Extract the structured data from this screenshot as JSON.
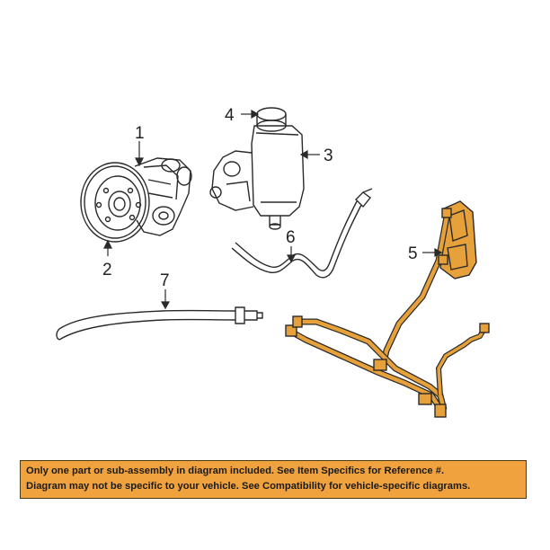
{
  "callouts": {
    "c1": "1",
    "c2": "2",
    "c3": "3",
    "c4": "4",
    "c5": "5",
    "c6": "6",
    "c7": "7"
  },
  "notice": {
    "line1": "Only one part or sub-assembly in diagram included. See Item Specifics for Reference #.",
    "line2": "Diagram may not be specific to your vehicle. See Compatibility for vehicle-specific diagrams."
  },
  "colors": {
    "highlight": "#e7a13a",
    "notice_bg": "#f0a23f",
    "line": "#2a2a2a"
  }
}
